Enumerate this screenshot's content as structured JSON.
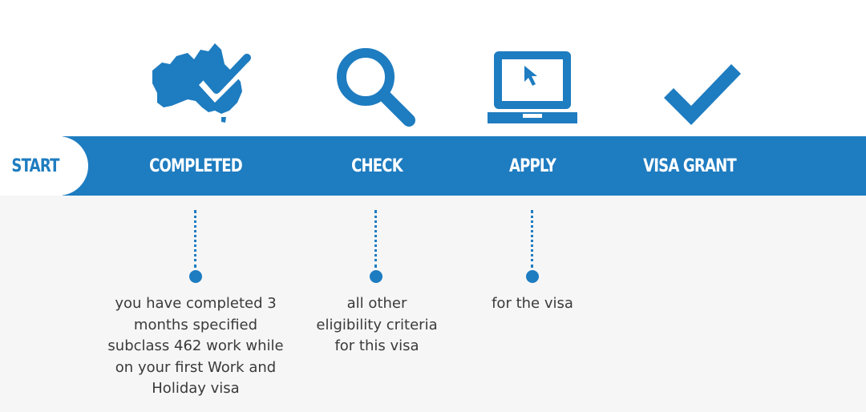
{
  "start_label": "START",
  "colors": {
    "accent": "#1e7cc0",
    "text": "#3a3a3a"
  },
  "steps": [
    {
      "label": "COMPLETED",
      "icon": "australia-check-icon",
      "description": "you have completed 3\nmonths specified\nsubclass 462 work while\non your first Work and\nHoliday visa"
    },
    {
      "label": "CHECK",
      "icon": "magnifier-icon",
      "description": "all other\neligibility criteria\nfor this visa"
    },
    {
      "label": "APPLY",
      "icon": "laptop-icon",
      "description": "for the visa"
    },
    {
      "label": "VISA GRANT",
      "icon": "checkmark-icon"
    }
  ]
}
